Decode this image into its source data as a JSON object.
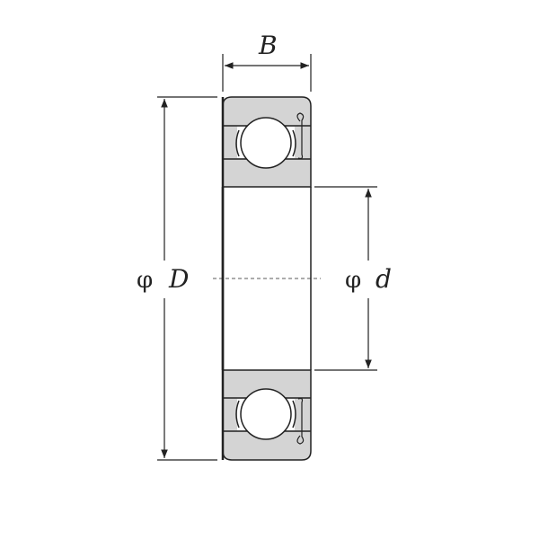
{
  "diagram": {
    "labels": {
      "width": "B",
      "outer_diameter_symbol": "φ",
      "outer_diameter": "D",
      "inner_diameter_symbol": "φ",
      "inner_diameter": "d"
    },
    "colors": {
      "ring_fill": "#d4d4d4",
      "line": "#222222"
    }
  }
}
